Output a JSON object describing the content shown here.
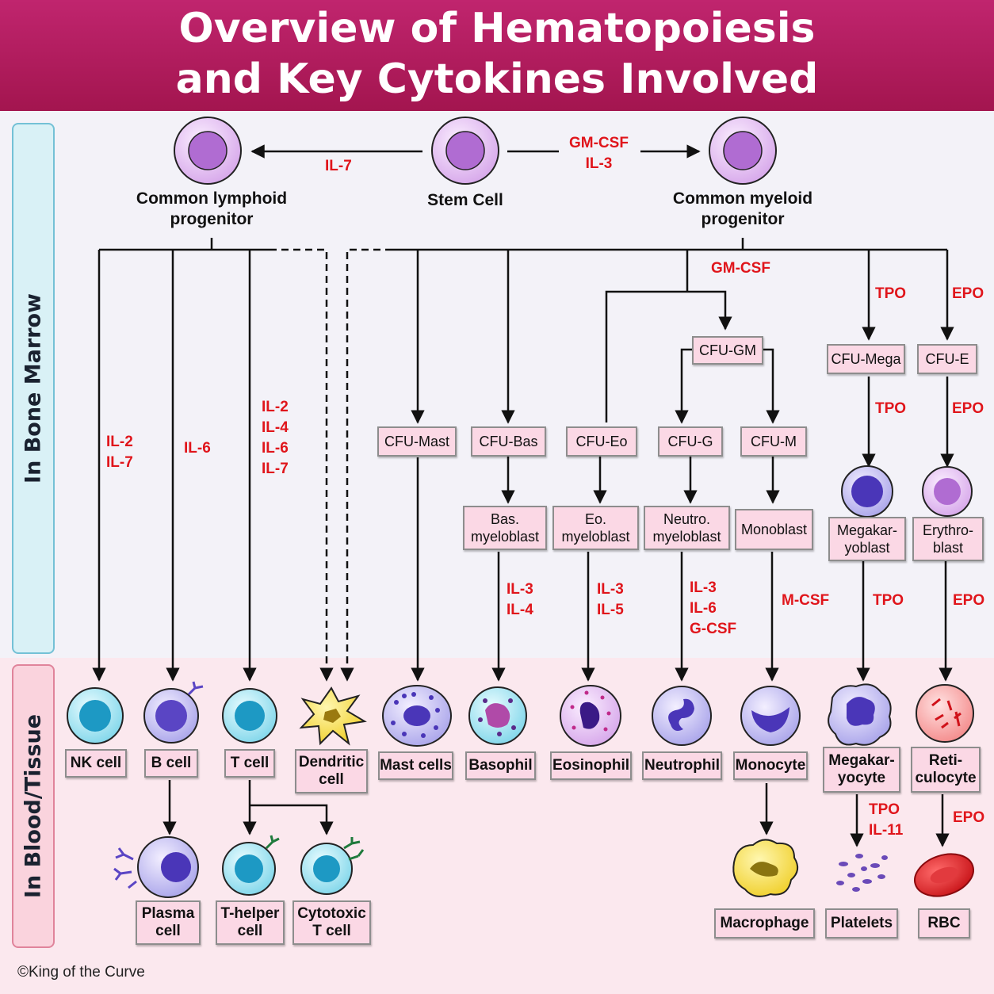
{
  "title": {
    "line1": "Overview of Hematopoiesis",
    "line2": "and Key Cytokines Involved"
  },
  "regions": {
    "bone_marrow": "In Bone Marrow",
    "blood_tissue": "In Blood/Tissue"
  },
  "progenitors": {
    "stem_cell": "Stem Cell",
    "lymphoid": "Common lymphoid\nprogenitor",
    "myeloid": "Common myeloid\nprogenitor"
  },
  "precursors": {
    "cfu_gm": "CFU-GM",
    "cfu_mega": "CFU-Mega",
    "cfu_e": "CFU-E",
    "cfu_mast": "CFU-Mast",
    "cfu_bas": "CFU-Bas",
    "cfu_eo": "CFU-Eo",
    "cfu_g": "CFU-G",
    "cfu_m": "CFU-M",
    "bas_myeloblast": "Bas.\nmyeloblast",
    "eo_myeloblast": "Eo.\nmyeloblast",
    "neutro_myeloblast": "Neutro.\nmyeloblast",
    "monoblast": "Monoblast",
    "megakaryoblast": "Megakar-\nyoblast",
    "erythroblast": "Erythro-\nblast"
  },
  "mature_cells": {
    "nk": "NK cell",
    "b": "B cell",
    "t": "T cell",
    "dendritic": "Dendritic\ncell",
    "mast": "Mast cells",
    "basophil": "Basophil",
    "eosinophil": "Eosinophil",
    "neutrophil": "Neutrophil",
    "monocyte": "Monocyte",
    "megakaryocyte": "Megakar-\nyocyte",
    "reticulocyte": "Reti-\nculocyte",
    "plasma": "Plasma\ncell",
    "t_helper": "T-helper\ncell",
    "cytotoxic": "Cytotoxic\nT cell",
    "macrophage": "Macrophage",
    "platelets": "Platelets",
    "rbc": "RBC"
  },
  "cytokines": {
    "stem_to_lymphoid": "IL-7",
    "stem_to_myeloid": "GM-CSF\nIL-3",
    "nk": "IL-2\nIL-7",
    "b": "IL-6",
    "t": "IL-2\nIL-4\nIL-6\nIL-7",
    "gm": "GM-CSF",
    "tpo_1": "TPO",
    "epo_1": "EPO",
    "tpo_2": "TPO",
    "epo_2": "EPO",
    "basophil": "IL-3\nIL-4",
    "eosinophil": "IL-3\nIL-5",
    "neutrophil": "IL-3\nIL-6\nG-CSF",
    "monocyte": "M-CSF",
    "tpo_3": "TPO",
    "epo_3": "EPO",
    "platelets": "TPO\nIL-11",
    "rbc": "EPO"
  },
  "copyright": "©King of the Curve"
}
